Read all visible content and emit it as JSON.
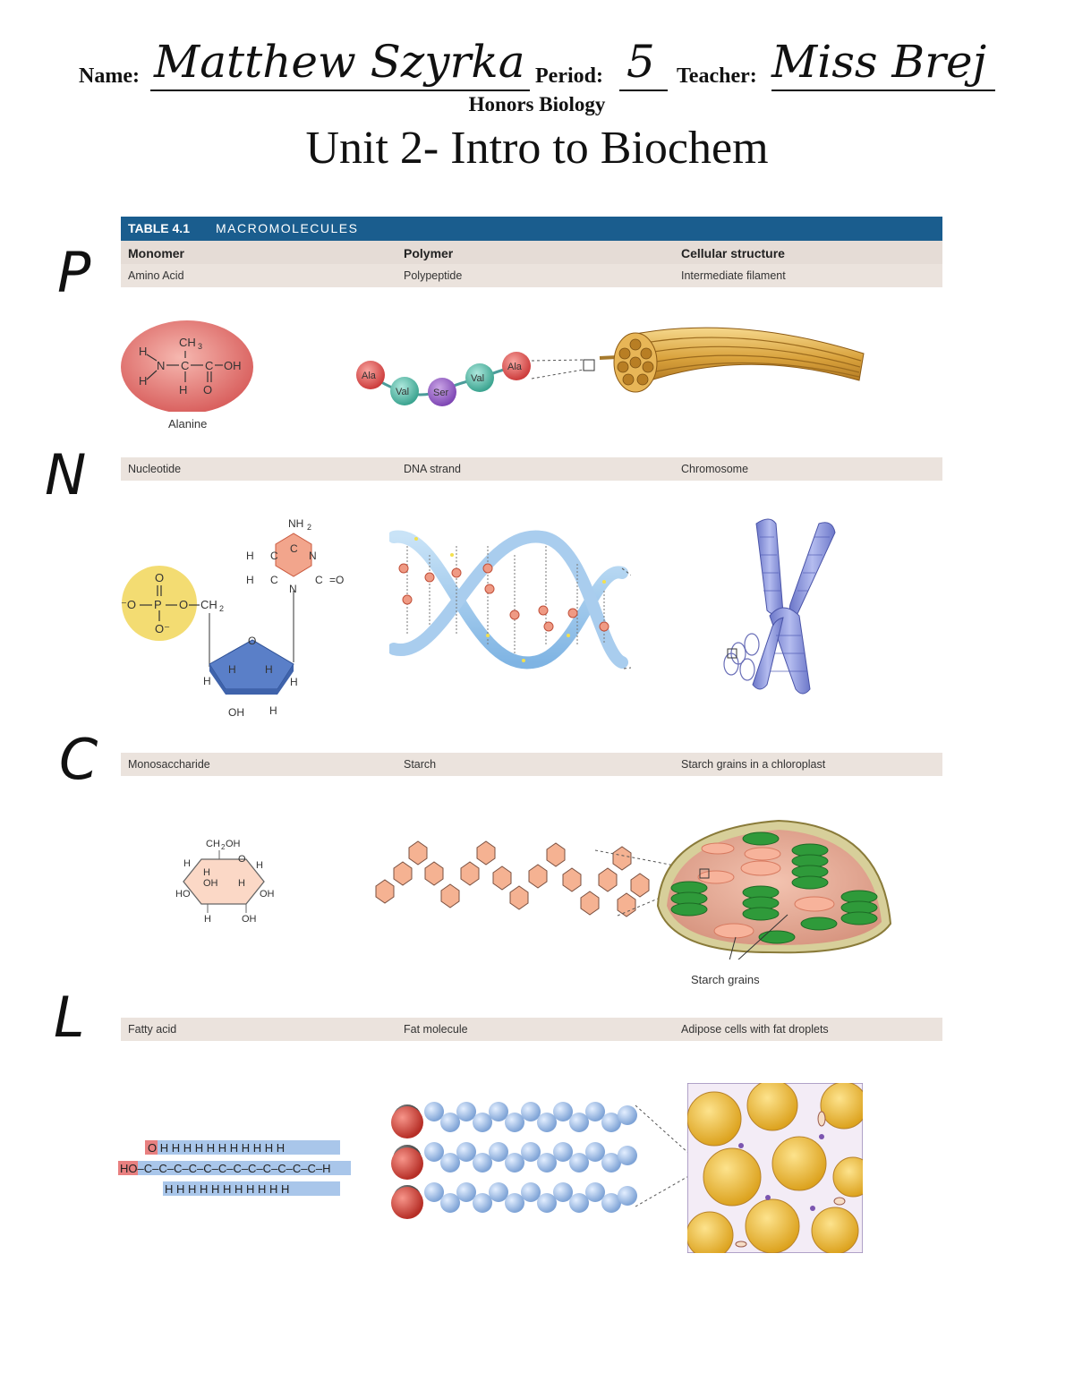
{
  "header": {
    "name_label": "Name:",
    "name_value": "Matthew Szyrka",
    "period_label": "Period:",
    "period_value": "5",
    "teacher_label": "Teacher:",
    "teacher_value": "Miss Brej",
    "course": "Honors Biology",
    "title": "Unit 2- Intro to Biochem"
  },
  "table": {
    "number": "TABLE 4.1",
    "name": "MACROMOLECULES",
    "columns": [
      "Monomer",
      "Polymer",
      "Cellular structure"
    ],
    "rows": [
      {
        "side_letter": "P",
        "monomer": "Amino Acid",
        "polymer": "Polypeptide",
        "structure": "Intermediate filament",
        "monomer_caption": "Alanine",
        "beads": [
          "Ala",
          "Val",
          "Ser",
          "Val",
          "Ala"
        ]
      },
      {
        "side_letter": "N",
        "monomer": "Nucleotide",
        "polymer": "DNA strand",
        "structure": "Chromosome"
      },
      {
        "side_letter": "C",
        "monomer": "Monosaccharide",
        "polymer": "Starch",
        "structure": "Starch grains in a chloroplast",
        "structure_caption": "Starch grains"
      },
      {
        "side_letter": "L",
        "monomer": "Fatty acid",
        "polymer": "Fat molecule",
        "structure": "Adipose cells with fat droplets"
      }
    ]
  },
  "colors": {
    "table_header": "#1a5d8e",
    "band": "#ebe3dd",
    "alanine": "#e07070",
    "phosphate": "#f3dc72",
    "sugar": "#5a7fc8",
    "chromosome": "#8a94d8",
    "chloroplast_green": "#2f9a3a",
    "starch": "#f2a988",
    "fat": "#f1c64a"
  }
}
